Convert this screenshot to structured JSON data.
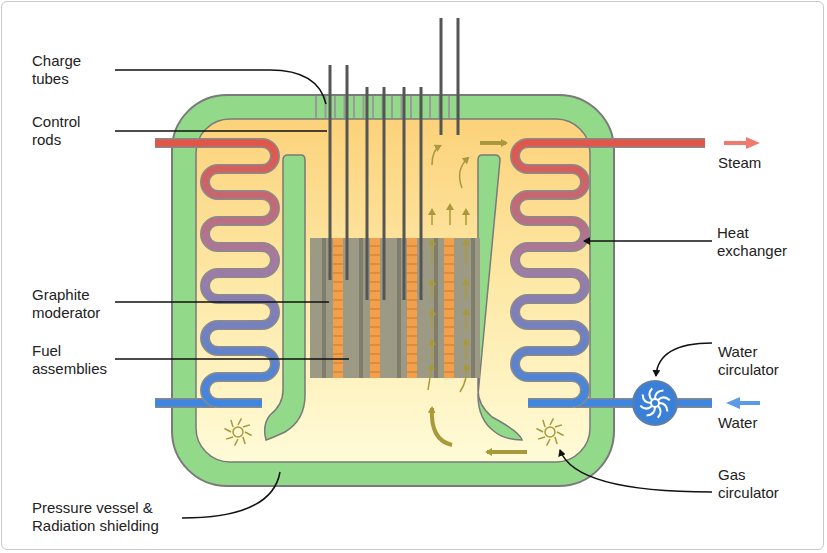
{
  "diagram": {
    "labels": [
      "Charge tubes",
      "Control rods",
      "Graphite moderator",
      "Fuel assemblies",
      "Pressure vessel & Radiation shielding",
      "Steam",
      "Heat exchanger",
      "Water circulator",
      "Water",
      "Gas circulator"
    ]
  }
}
